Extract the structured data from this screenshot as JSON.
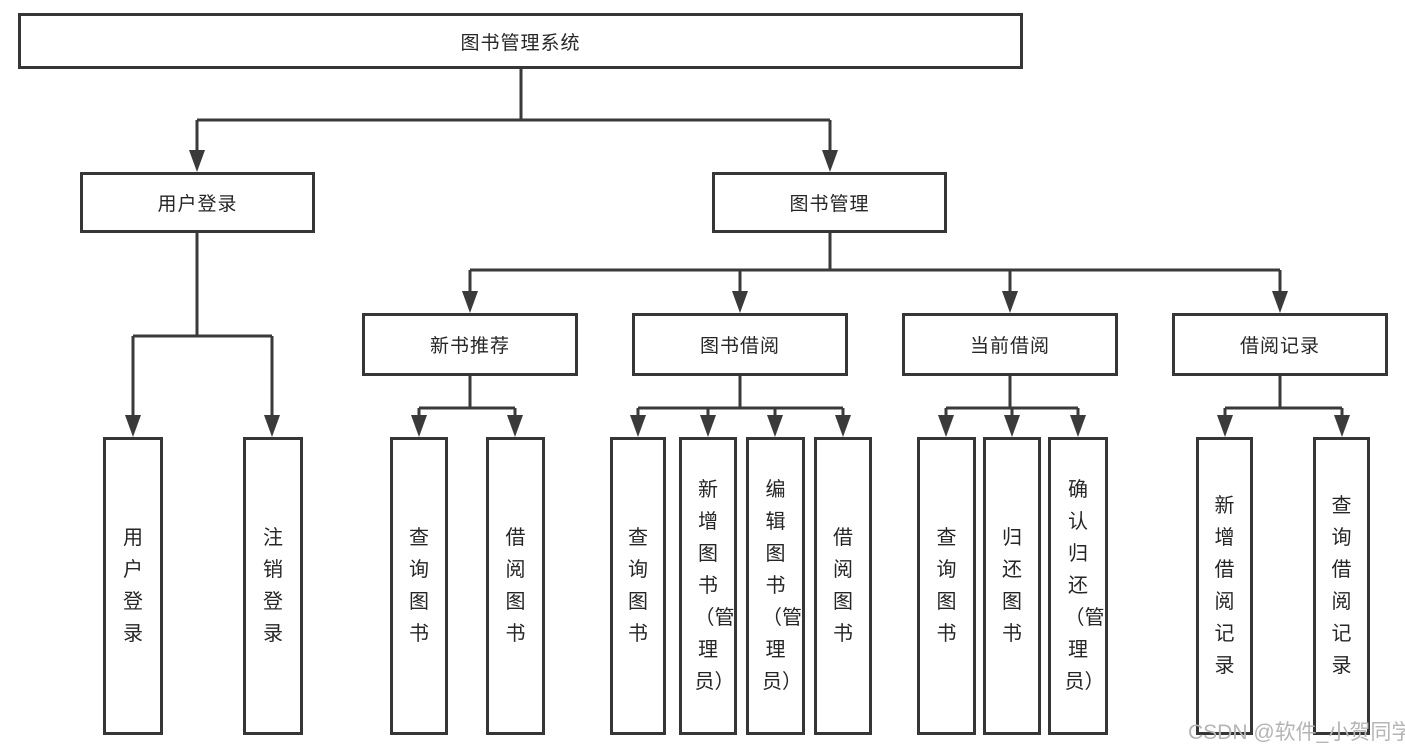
{
  "diagram": {
    "type": "tree",
    "orientation": "top-down",
    "tree": {
      "label": "图书管理系统",
      "children": [
        {
          "label": "用户登录",
          "children": [
            {
              "label": "用户登录"
            },
            {
              "label": "注销登录"
            }
          ]
        },
        {
          "label": "图书管理",
          "children": [
            {
              "label": "新书推荐",
              "children": [
                {
                  "label": "查询图书"
                },
                {
                  "label": "借阅图书"
                }
              ]
            },
            {
              "label": "图书借阅",
              "children": [
                {
                  "label": "查询图书"
                },
                {
                  "label": "新增图书（管理员）"
                },
                {
                  "label": "编辑图书（管理员）"
                },
                {
                  "label": "借阅图书"
                }
              ]
            },
            {
              "label": "当前借阅",
              "children": [
                {
                  "label": "查询图书"
                },
                {
                  "label": "归还图书"
                },
                {
                  "label": "确认归还（管理员）"
                }
              ]
            },
            {
              "label": "借阅记录",
              "children": [
                {
                  "label": "新增借阅记录"
                },
                {
                  "label": "查询借阅记录"
                }
              ]
            }
          ]
        }
      ]
    },
    "colors": {
      "line": "#3a3a3a",
      "border": "#363636",
      "text": "#262626",
      "background": "#ffffff",
      "watermark": "#b5b5b5"
    }
  },
  "watermark": {
    "text": "CSDN @软件_小贺同学"
  }
}
